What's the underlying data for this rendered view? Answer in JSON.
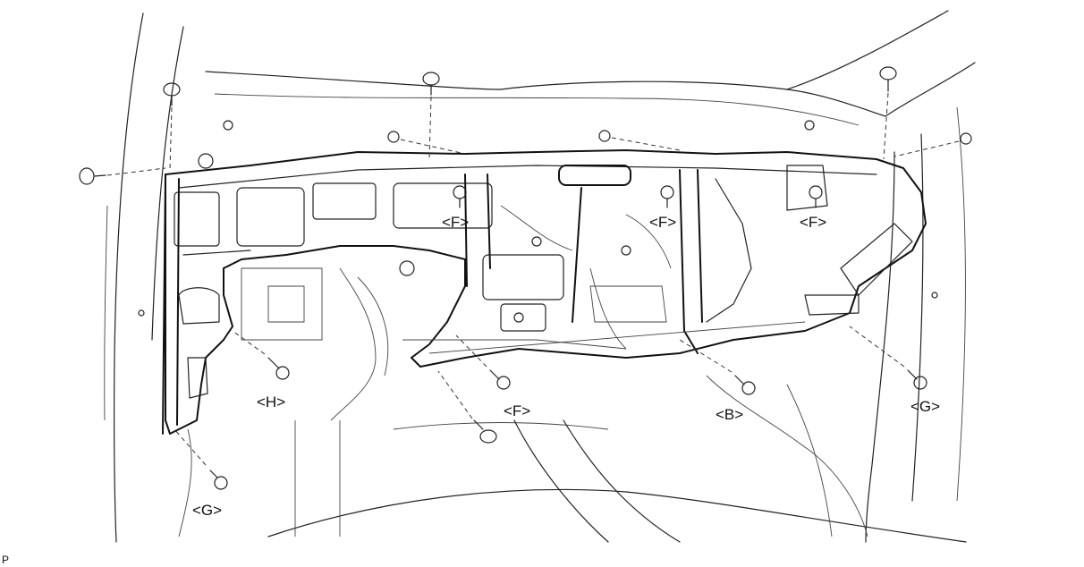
{
  "labels": {
    "f1": "<F>",
    "f2": "<F>",
    "f3": "<F>",
    "f4": "<F>",
    "g1": "<G>",
    "g2": "<G>",
    "h": "<H>",
    "b": "<B>"
  },
  "corner_mark": "P"
}
